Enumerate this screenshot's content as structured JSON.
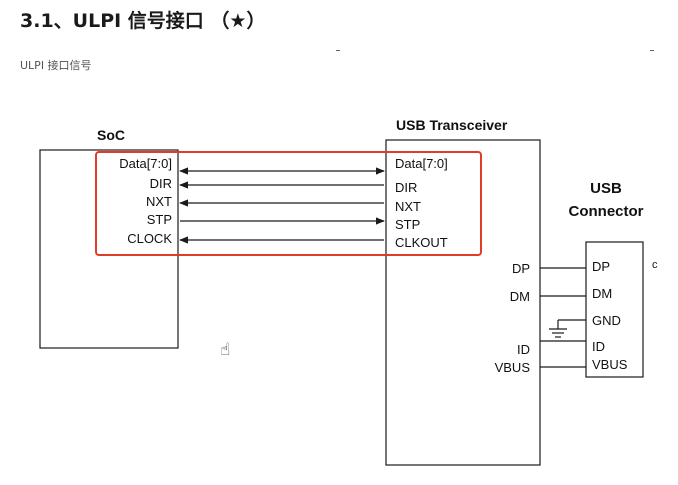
{
  "heading": "3.1、ULPI 信号接口 （★）",
  "subtitle": "ULPI 接口信号",
  "soc": {
    "title": "SoC",
    "pins": [
      "Data[7:0]",
      "DIR",
      "NXT",
      "STP",
      "CLOCK"
    ]
  },
  "transceiver": {
    "title": "USB Transceiver",
    "ulpi_pins": [
      "Data[7:0]",
      "DIR",
      "NXT",
      "STP",
      "CLKOUT"
    ],
    "usb_pins": [
      "DP",
      "DM",
      "ID",
      "VBUS"
    ]
  },
  "connector": {
    "title_line1": "USB",
    "title_line2": "Connector",
    "pins": [
      "DP",
      "DM",
      "GND",
      "ID",
      "VBUS"
    ]
  },
  "colors": {
    "highlight": "#e23b2b",
    "line": "#1a1a1a"
  },
  "icons": {
    "cursor": "hand-cursor-icon"
  }
}
